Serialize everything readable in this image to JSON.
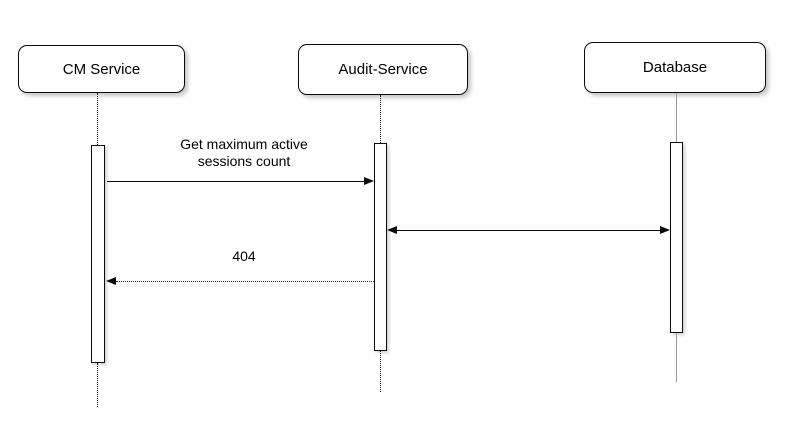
{
  "diagram_type": "uml-sequence-diagram",
  "participants": [
    {
      "name": "CM Service"
    },
    {
      "name": "Audit-Service"
    },
    {
      "name": "Database"
    }
  ],
  "messages": [
    {
      "label": "Get maximum active sessions count",
      "from": "CM Service",
      "to": "Audit-Service",
      "line": "solid",
      "direction": "right"
    },
    {
      "label": "",
      "from": "Audit-Service",
      "to": "Database",
      "line": "solid",
      "direction": "both"
    },
    {
      "label": "404",
      "from": "Audit-Service",
      "to": "CM Service",
      "line": "dotted",
      "direction": "left"
    }
  ],
  "colors": {
    "background": "#ffffff",
    "stroke": "#000000",
    "box_fill": "#ffffff",
    "database_lifeline": "#9a9a9a",
    "text": "#000000"
  }
}
